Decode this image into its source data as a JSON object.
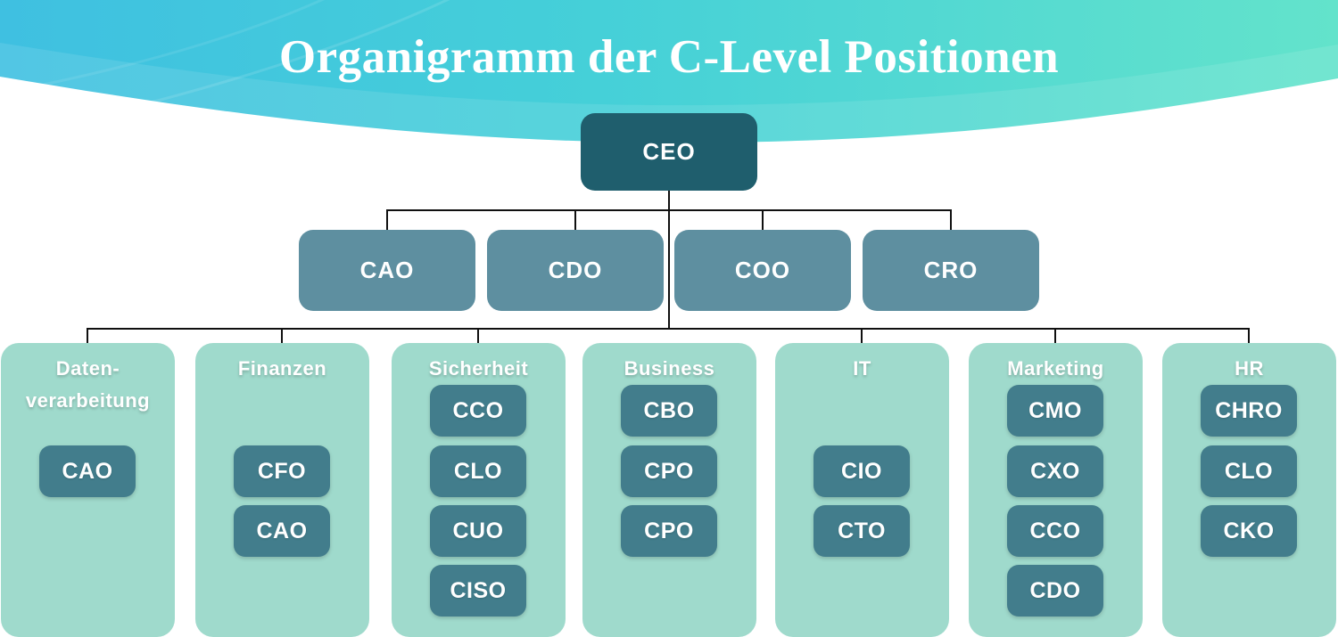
{
  "title": "Organigramm der C-Level Positionen",
  "colors": {
    "header_gradient_left": "#3fc0e1",
    "header_gradient_mid": "#45d0d8",
    "header_gradient_right": "#63e3cb",
    "ceo_box": "#1f5e6d",
    "level2_box": "#5e8fa0",
    "column_bg": "#9fdacc",
    "role_box": "#427d8c",
    "connector_line": "#101010",
    "text": "#ffffff"
  },
  "org": {
    "root": {
      "label": "CEO"
    },
    "level2": [
      {
        "label": "CAO"
      },
      {
        "label": "CDO"
      },
      {
        "label": "COO"
      },
      {
        "label": "CRO"
      }
    ],
    "departments": [
      {
        "name_lines": [
          "Daten-",
          "verarbeitung"
        ],
        "roles": [
          {
            "label": "CAO",
            "slot": 2
          }
        ]
      },
      {
        "name_lines": [
          "Finanzen"
        ],
        "roles": [
          {
            "label": "CFO",
            "slot": 2
          },
          {
            "label": "CAO",
            "slot": 3
          }
        ]
      },
      {
        "name_lines": [
          "Sicherheit"
        ],
        "roles": [
          {
            "label": "CCO",
            "slot": 1
          },
          {
            "label": "CLO",
            "slot": 2
          },
          {
            "label": "CUO",
            "slot": 3
          },
          {
            "label": "CISO",
            "slot": 4
          }
        ]
      },
      {
        "name_lines": [
          "Business"
        ],
        "roles": [
          {
            "label": "CBO",
            "slot": 1
          },
          {
            "label": "CPO",
            "slot": 2
          },
          {
            "label": "CPO",
            "slot": 3
          }
        ]
      },
      {
        "name_lines": [
          "IT"
        ],
        "roles": [
          {
            "label": "CIO",
            "slot": 2
          },
          {
            "label": "CTO",
            "slot": 3
          }
        ]
      },
      {
        "name_lines": [
          "Marketing"
        ],
        "roles": [
          {
            "label": "CMO",
            "slot": 1
          },
          {
            "label": "CXO",
            "slot": 2
          },
          {
            "label": "CCO",
            "slot": 3
          },
          {
            "label": "CDO",
            "slot": 4
          }
        ]
      },
      {
        "name_lines": [
          "HR"
        ],
        "roles": [
          {
            "label": "CHRO",
            "slot": 1
          },
          {
            "label": "CLO",
            "slot": 2
          },
          {
            "label": "CKO",
            "slot": 3
          }
        ]
      }
    ]
  }
}
